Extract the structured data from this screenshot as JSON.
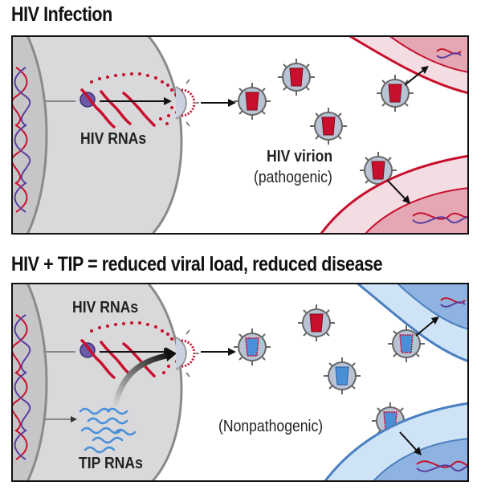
{
  "panel1": {
    "title": "HIV Infection",
    "hiv_rnas_label": "HIV RNAs",
    "virion_label": "HIV virion",
    "virion_sublabel": "(pathogenic)"
  },
  "panel2": {
    "title": "HIV + TIP = reduced viral load, reduced disease",
    "hiv_rnas_label": "HIV RNAs",
    "tip_rnas_label": "TIP RNAs",
    "virion_label": "(Nonpathogenic)"
  },
  "colors": {
    "hiv_red": "#c8102e",
    "tip_blue": "#4a90d9",
    "cell_gray": "#d8d8da",
    "infected_cell_pink": "#f2dbe0",
    "target_cell_blue": "#cfe3f6",
    "virion_shell": "#b8c4d4"
  }
}
